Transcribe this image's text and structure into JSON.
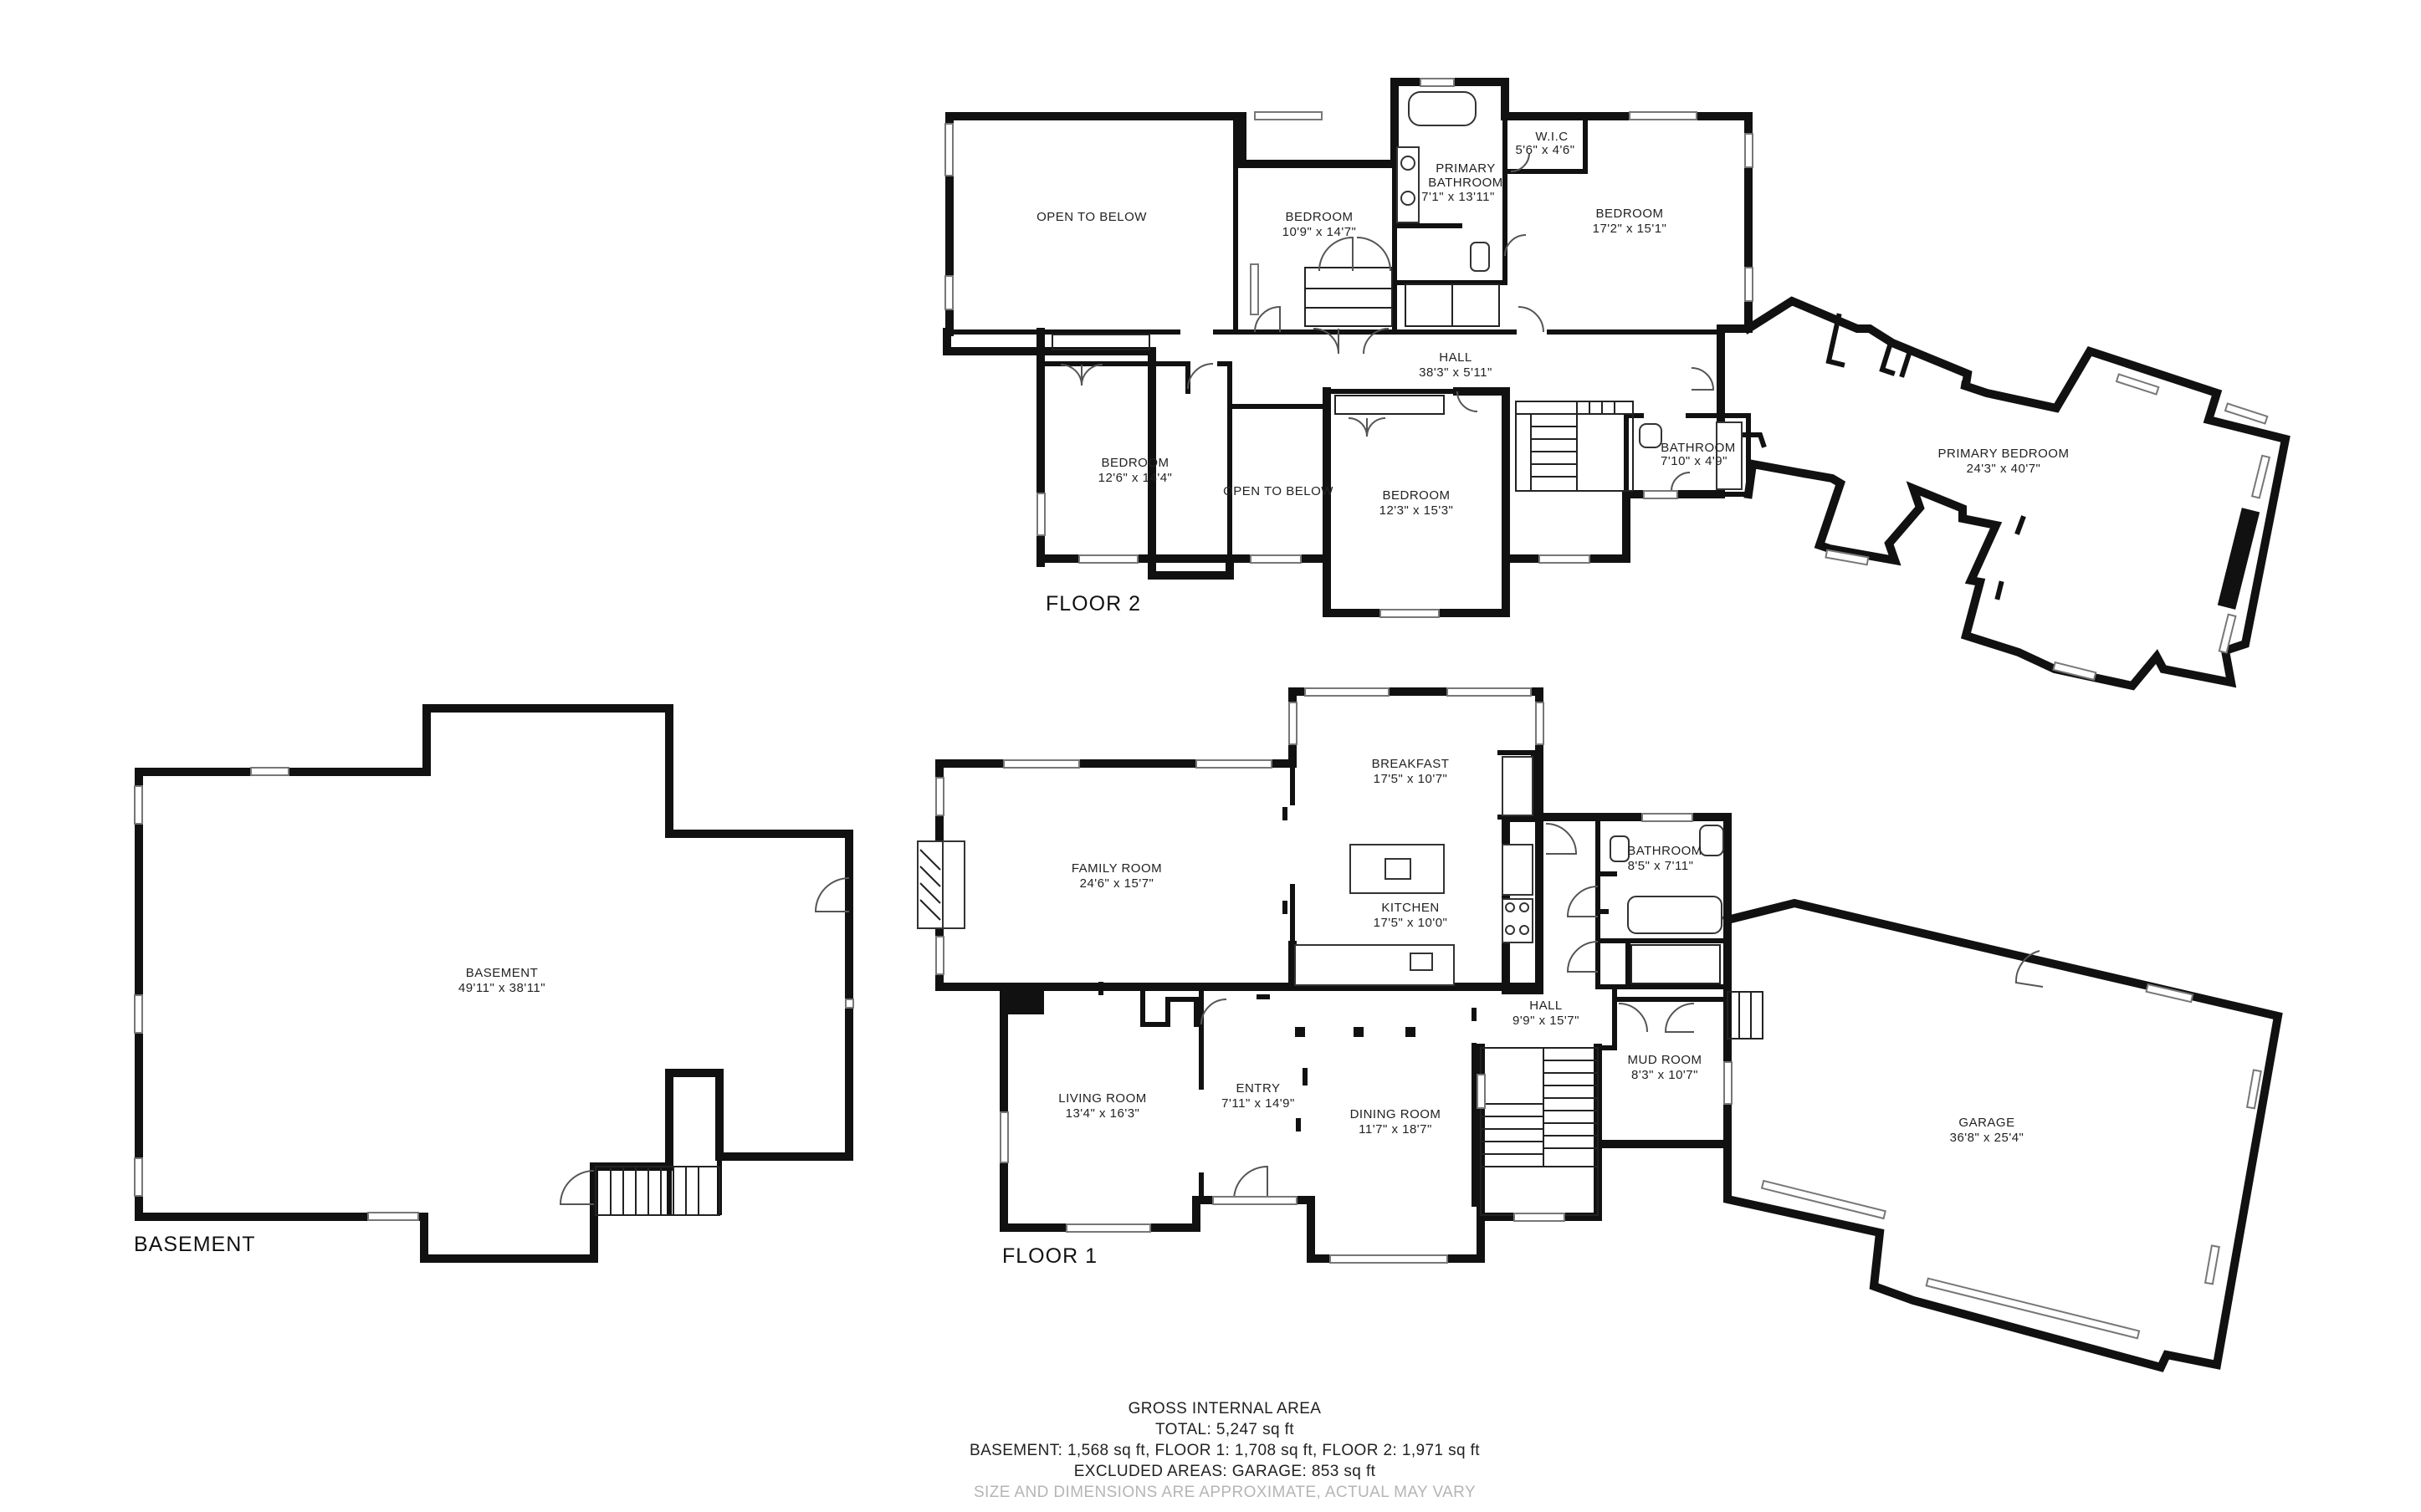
{
  "floors": {
    "floor2": "FLOOR 2",
    "floor1": "FLOOR 1",
    "basement": "BASEMENT"
  },
  "rooms": {
    "open_to_below_1": {
      "name": "OPEN TO BELOW"
    },
    "bedroom_a": {
      "name": "BEDROOM",
      "dims": "10'9\" x 14'7\""
    },
    "primary_bathroom": {
      "name1": "PRIMARY",
      "name2": "BATHROOM",
      "dims": "7'1\" x 13'11\""
    },
    "wic": {
      "name": "W.I.C",
      "dims": "5'6\" x 4'6\""
    },
    "bedroom_b": {
      "name": "BEDROOM",
      "dims": "17'2\" x 15'1\""
    },
    "hall_2": {
      "name": "HALL",
      "dims": "38'3\" x 5'11\""
    },
    "bedroom_c": {
      "name": "BEDROOM",
      "dims": "12'6\" x 14'4\""
    },
    "open_to_below_2": {
      "name": "OPEN TO BELOW"
    },
    "bedroom_d": {
      "name": "BEDROOM",
      "dims": "12'3\" x 15'3\""
    },
    "bathroom_2": {
      "name": "BATHROOM",
      "dims": "7'10\" x 4'9\""
    },
    "primary_bedroom": {
      "name": "PRIMARY BEDROOM",
      "dims": "24'3\" x 40'7\""
    },
    "basement": {
      "name": "BASEMENT",
      "dims": "49'11\" x 38'11\""
    },
    "breakfast": {
      "name": "BREAKFAST",
      "dims": "17'5\" x 10'7\""
    },
    "family_room": {
      "name": "FAMILY ROOM",
      "dims": "24'6\" x 15'7\""
    },
    "kitchen": {
      "name": "KITCHEN",
      "dims": "17'5\" x 10'0\""
    },
    "bathroom_1": {
      "name": "BATHROOM",
      "dims": "8'5\" x 7'11\""
    },
    "hall_1": {
      "name": "HALL",
      "dims": "9'9\" x 15'7\""
    },
    "mud_room": {
      "name": "MUD ROOM",
      "dims": "8'3\" x 10'7\""
    },
    "living_room": {
      "name": "LIVING ROOM",
      "dims": "13'4\" x 16'3\""
    },
    "entry": {
      "name": "ENTRY",
      "dims": "7'11\" x 14'9\""
    },
    "dining_room": {
      "name": "DINING ROOM",
      "dims": "11'7\" x 18'7\""
    },
    "garage": {
      "name": "GARAGE",
      "dims": "36'8\" x 25'4\""
    }
  },
  "summary": {
    "line1": "GROSS INTERNAL AREA",
    "line2": "TOTAL: 5,247 sq ft",
    "line3": "BASEMENT: 1,568 sq ft, FLOOR 1: 1,708 sq ft, FLOOR 2: 1,971 sq ft",
    "line4": "EXCLUDED AREAS: GARAGE: 853 sq ft",
    "line5": "SIZE AND DIMENSIONS ARE APPROXIMATE, ACTUAL MAY VARY"
  }
}
